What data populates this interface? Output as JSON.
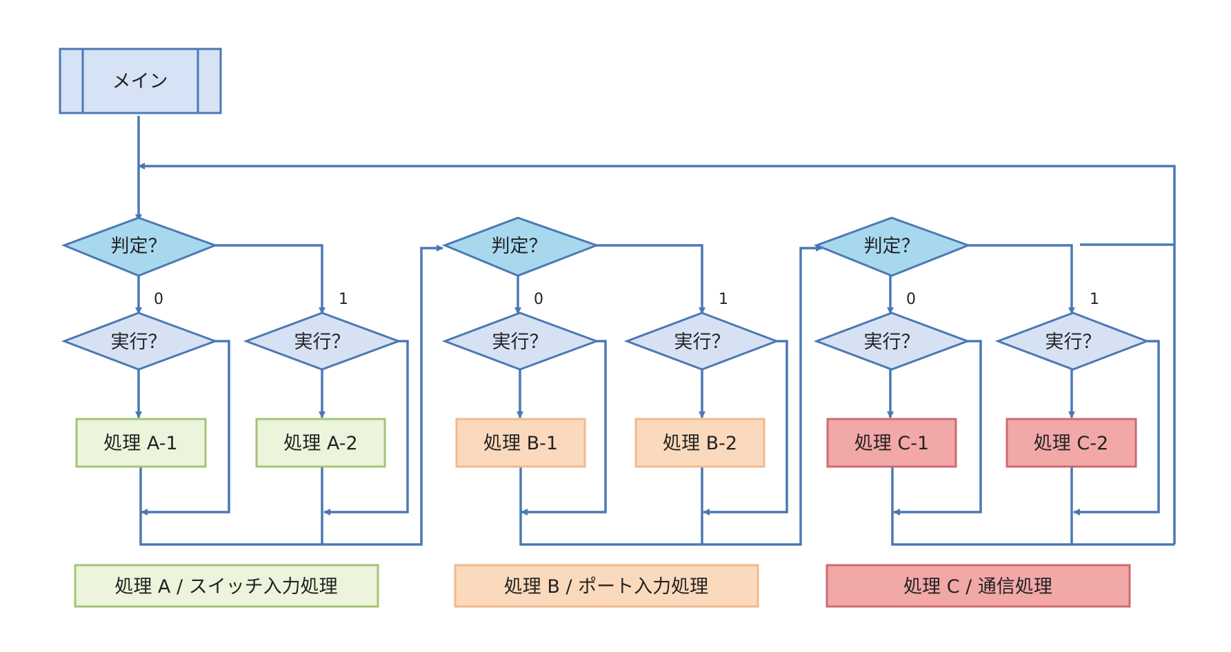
{
  "colors": {
    "line": "#4a78b4",
    "main_fill": "#d6e2f5",
    "decision_fill": "#a8d8ee",
    "exec_fill": "#d7e1f4",
    "a_fill": "#ecf4dc",
    "a_stroke": "#a3c474",
    "b_fill": "#fbd9bd",
    "b_stroke": "#f1b98c",
    "c_fill": "#f3a8a8",
    "c_stroke": "#cc6b70"
  },
  "main": {
    "label": "メイン"
  },
  "groups": [
    {
      "decision": "判定？",
      "branch_0": "0",
      "branch_1": "1",
      "exec_0": "実行？",
      "exec_1": "実行？",
      "process_0": "処理 A-1",
      "process_1": "処理 A-2",
      "legend": "処理 A / スイッチ入力処理"
    },
    {
      "decision": "判定？",
      "branch_0": "0",
      "branch_1": "1",
      "exec_0": "実行？",
      "exec_1": "実行？",
      "process_0": "処理 B-1",
      "process_1": "処理 B-2",
      "legend": "処理 B / ポート入力処理"
    },
    {
      "decision": "判定？",
      "branch_0": "0",
      "branch_1": "1",
      "exec_0": "実行？",
      "exec_1": "実行？",
      "process_0": "処理 C-1",
      "process_1": "処理 C-2",
      "legend": "処理 C / 通信処理"
    }
  ]
}
